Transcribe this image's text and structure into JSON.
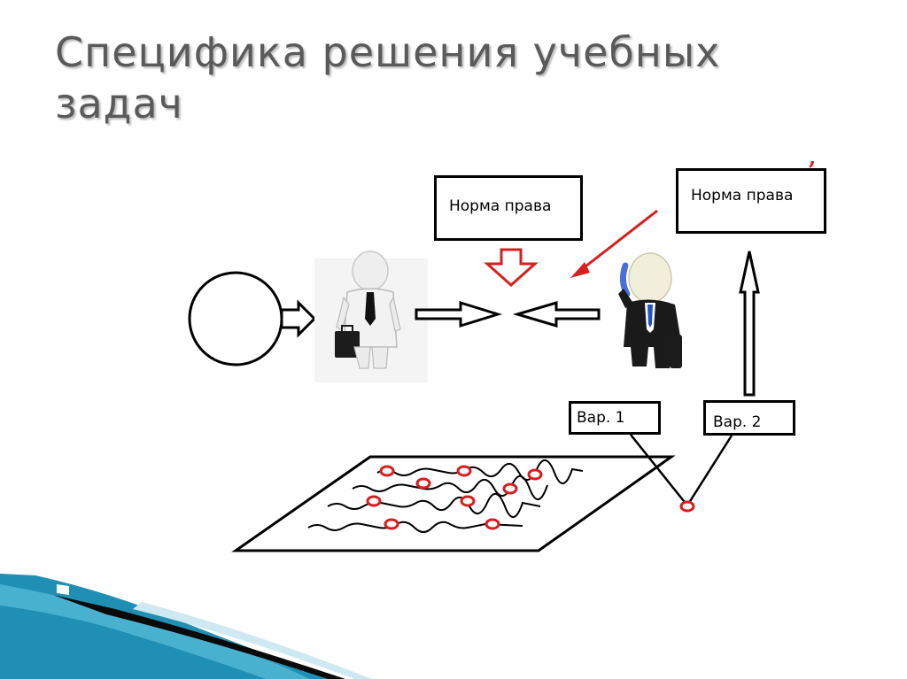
{
  "slide": {
    "title": "Специфика решения учебных задач"
  },
  "diagram": {
    "norm_box_left": "Норма права",
    "norm_box_right": "Норма права",
    "norm_box_right_mark": "’",
    "variant_1": "Вар. 1",
    "variant_2": "Вар. 2"
  },
  "colors": {
    "title_text": "#5a5a5a",
    "highlight_red": "#d81e1e",
    "accent_teal": "#1f8fb4",
    "line_black": "#000000"
  }
}
